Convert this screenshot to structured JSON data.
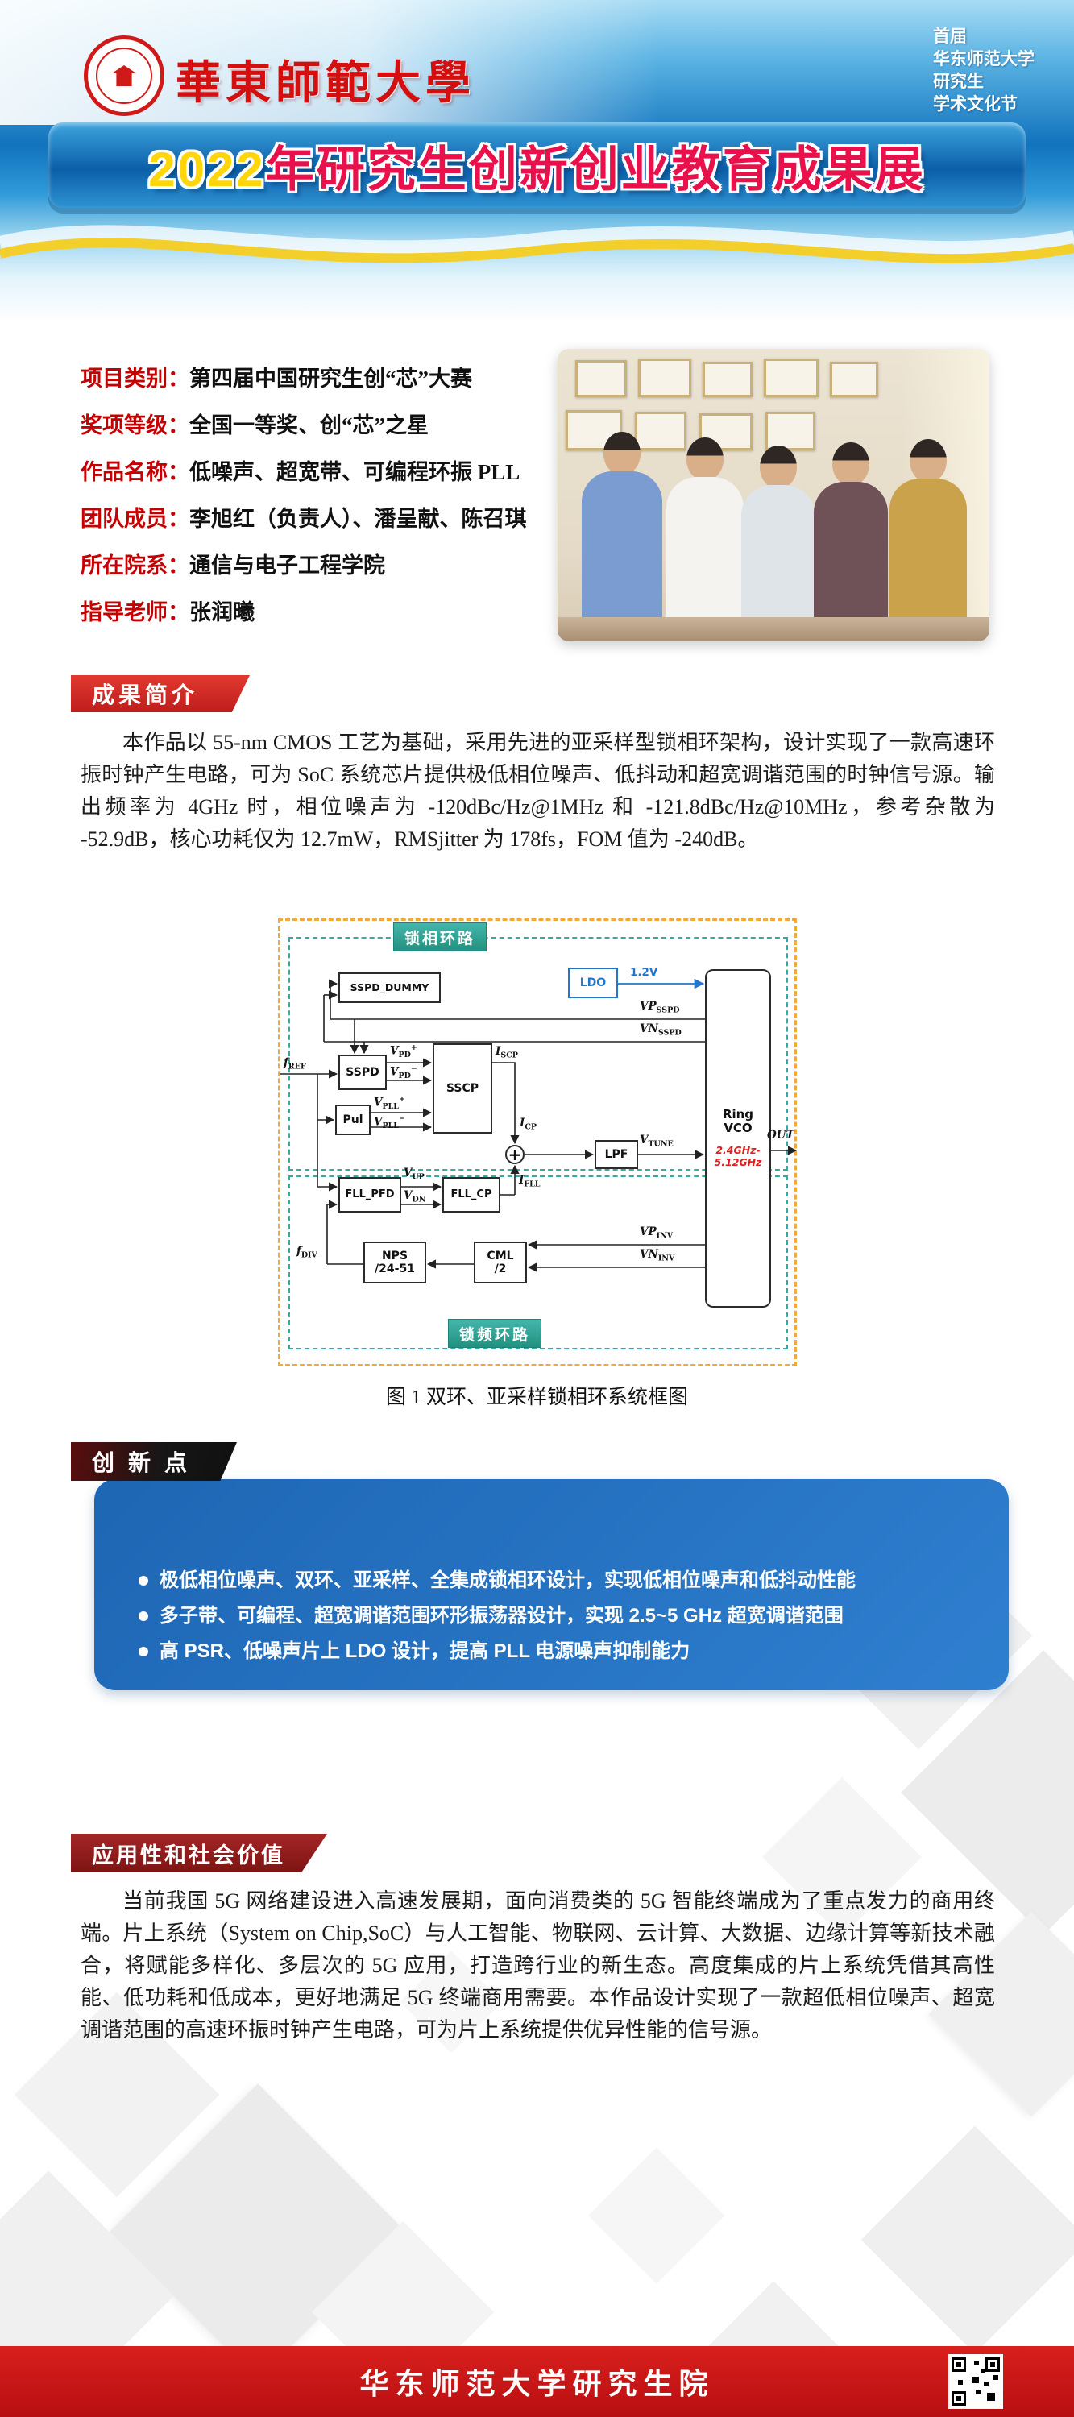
{
  "colors": {
    "header_blue": "#1173bd",
    "title_yellow": "#ffd60a",
    "title_red": "#e8114b",
    "label_red": "#c40000",
    "ribbon_red": "#d03028",
    "innovation_box_blue": "#1d66b4",
    "footer_red": "#c8151b",
    "diagram_border_orange": "#f2a93b",
    "diagram_loop_teal": "#35aaa2",
    "vco_range_red": "#e02020",
    "ldo_blue": "#2277cc"
  },
  "header": {
    "university_name": "華東師範大學",
    "festival": [
      "首届",
      "华东师范大学",
      "研究生",
      "学术文化节"
    ],
    "title_year": "2022",
    "title_text": "年研究生创新创业教育成果展"
  },
  "info": {
    "rows": [
      {
        "label": "项目类别：",
        "value": "第四届中国研究生创“芯”大赛"
      },
      {
        "label": "奖项等级：",
        "value": "全国一等奖、创“芯”之星"
      },
      {
        "label": "作品名称：",
        "value": "低噪声、超宽带、可编程环振 PLL"
      },
      {
        "label": "团队成员：",
        "value": "李旭红（负责人）、潘呈献、陈召琪"
      },
      {
        "label": "所在院系：",
        "value": "通信与电子工程学院"
      },
      {
        "label": "指导老师：",
        "value": "张润曦"
      }
    ]
  },
  "sections": {
    "intro_title": "成果简介",
    "innovation_title": "创 新 点",
    "application_title": "应用性和社会价值"
  },
  "intro": {
    "paragraph": "本作品以 55-nm CMOS 工艺为基础，采用先进的亚采样型锁相环架构，设计实现了一款高速环振时钟产生电路，可为 SoC 系统芯片提供极低相位噪声、低抖动和超宽调谐范围的时钟信号源。输出频率为 4GHz 时，相位噪声为 -120dBc/Hz@1MHz 和 -121.8dBc/Hz@10MHz，参考杂散为 -52.9dB，核心功耗仅为 12.7mW，RMSjitter 为 178fs，FOM 值为 -240dB。"
  },
  "diagram": {
    "caption": "图 1  双环、亚采样锁相环系统框图",
    "pll_loop_label": "锁相环路",
    "fll_loop_label": "锁频环路",
    "blocks": {
      "sspd_dummy": "SSPD_DUMMY",
      "ldo": "LDO",
      "ring_vco_line1": "Ring",
      "ring_vco_line2": "VCO",
      "sspd": "SSPD",
      "sscp": "SSCP",
      "pul": "Pul",
      "lpf": "LPF",
      "fll_pfd": "FLL_PFD",
      "fll_cp": "FLL_CP",
      "nps_line1": "NPS",
      "nps_line2": "/24-51",
      "cml_line1": "CML",
      "cml_line2": "/2",
      "sum_symbol": "+"
    },
    "signals": {
      "f_ref": {
        "main": "f",
        "sub": "REF"
      },
      "v_pd_p": {
        "main": "V",
        "sub": "PD",
        "suffix": "+"
      },
      "v_pd_m": {
        "main": "V",
        "sub": "PD",
        "suffix": "−"
      },
      "v_pll_p": {
        "main": "V",
        "sub": "PLL",
        "suffix": "+"
      },
      "v_pll_m": {
        "main": "V",
        "sub": "PLL",
        "suffix": "−"
      },
      "i_scp": {
        "main": "I",
        "sub": "SCP"
      },
      "i_cp": {
        "main": "I",
        "sub": "CP"
      },
      "i_fll": {
        "main": "I",
        "sub": "FLL"
      },
      "vtune": {
        "main": "V",
        "sub": "TUNE"
      },
      "vp_sspd": {
        "main": "VP",
        "sub": "SSPD"
      },
      "vn_sspd": {
        "main": "VN",
        "sub": "SSPD"
      },
      "vp_inv": {
        "main": "VP",
        "sub": "INV"
      },
      "vn_inv": {
        "main": "VN",
        "sub": "INV"
      },
      "f_div": {
        "main": "f",
        "sub": "DIV"
      },
      "v_up": {
        "main": "V",
        "sub": "UP"
      },
      "v_dn": {
        "main": "V",
        "sub": "DN"
      },
      "ldo_out": {
        "main": "1.2V",
        "sub": ""
      },
      "out": {
        "main": "OUT",
        "sub": ""
      }
    },
    "vco_range_line1": "2.4GHz-",
    "vco_range_line2": "5.12GHz"
  },
  "innovation": {
    "items": [
      "极低相位噪声、双环、亚采样、全集成锁相环设计，实现低相位噪声和低抖动性能",
      "多子带、可编程、超宽调谐范围环形振荡器设计，实现 2.5~5 GHz 超宽调谐范围",
      "高 PSR、低噪声片上 LDO 设计，提高 PLL 电源噪声抑制能力"
    ]
  },
  "application": {
    "paragraph": "当前我国 5G 网络建设进入高速发展期，面向消费类的 5G 智能终端成为了重点发力的商用终端。片上系统（System on Chip,SoC）与人工智能、物联网、云计算、大数据、边缘计算等新技术融合，将赋能多样化、多层次的 5G 应用，打造跨行业的新生态。高度集成的片上系统凭借其高性能、低功耗和低成本，更好地满足 5G 终端商用需要。本作品设计实现了一款超低相位噪声、超宽调谐范围的高速环振时钟产生电路，可为片上系统提供优异性能的信号源。"
  },
  "footer": {
    "text": "华东师范大学研究生院"
  }
}
